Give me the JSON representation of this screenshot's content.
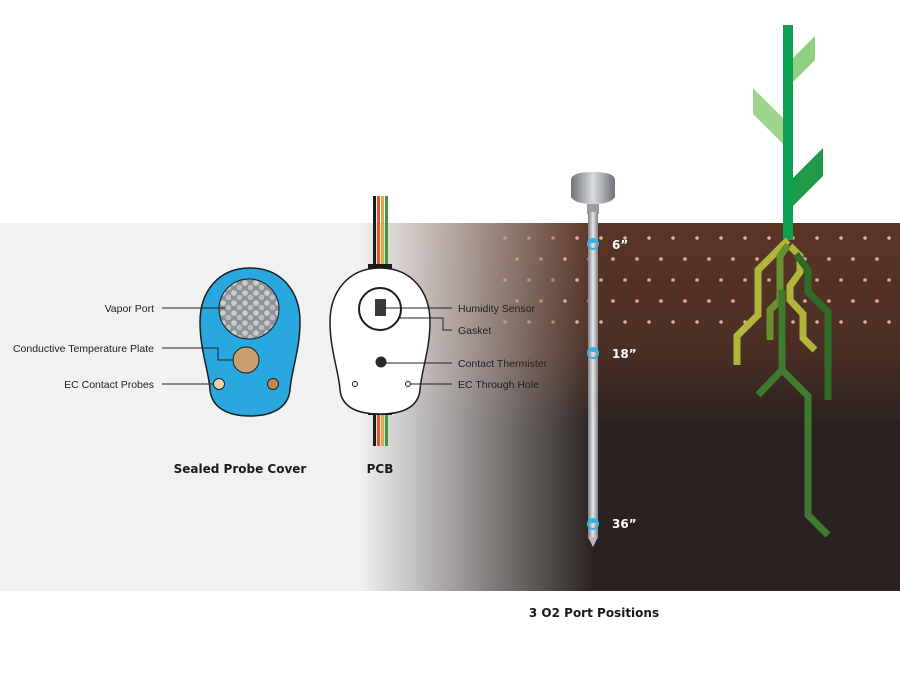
{
  "colors": {
    "cover_blue": "#29a8e0",
    "soil_top": "#5a3526",
    "soil_bottom": "#2a2220",
    "soil_dots": "#f4b7a3",
    "stem_green": "#0aa04f",
    "leaf_light": "#8fcf7f",
    "root_light": "#b1b63a",
    "root_dark": "#3f7a2e",
    "port_blue": "#3bb0e6"
  },
  "labels": {
    "vapor_port": "Vapor Port",
    "conductive_plate": "Conductive Temperature Plate",
    "ec_probes": "EC Contact Probes",
    "humidity_sensor": "Humidity Sensor",
    "gasket": "Gasket",
    "contact_thermister": "Contact Thermister",
    "ec_through_hole": "EC Through Hole"
  },
  "captions": {
    "cover": "Sealed Probe Cover",
    "pcb": "PCB",
    "ports": "3 O2 Port Positions"
  },
  "depths": [
    "6”",
    "18”",
    "36”"
  ]
}
